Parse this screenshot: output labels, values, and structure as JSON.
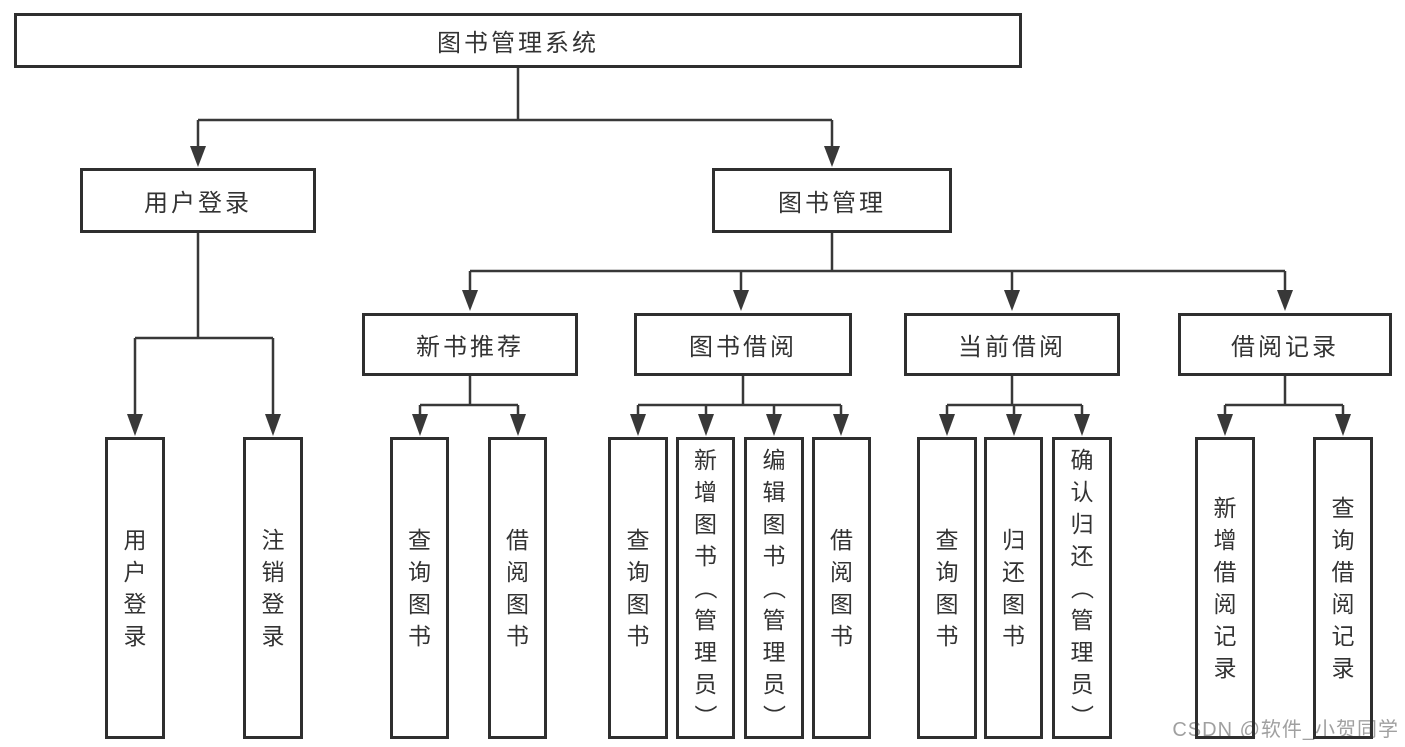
{
  "diagram": {
    "type": "hierarchy-tree",
    "line_color": "#383838",
    "box_border_color": "#2f2f2f",
    "box_fill": "#ffffff",
    "text_color": "#333333",
    "nodes": {
      "root": {
        "label": "图书管理系统"
      },
      "level1": [
        {
          "label": "用户登录",
          "children": [
            {
              "label": "用户登录"
            },
            {
              "label": "注销登录"
            }
          ]
        },
        {
          "label": "图书管理",
          "children": [
            {
              "label": "新书推荐",
              "children": [
                {
                  "label": "查询图书"
                },
                {
                  "label": "借阅图书"
                }
              ]
            },
            {
              "label": "图书借阅",
              "children": [
                {
                  "label": "查询图书"
                },
                {
                  "label": "新增图书（管理员）"
                },
                {
                  "label": "编辑图书（管理员）"
                },
                {
                  "label": "借阅图书"
                }
              ]
            },
            {
              "label": "当前借阅",
              "children": [
                {
                  "label": "查询图书"
                },
                {
                  "label": "归还图书"
                },
                {
                  "label": "确认归还（管理员）"
                }
              ]
            },
            {
              "label": "借阅记录",
              "children": [
                {
                  "label": "新增借阅记录"
                },
                {
                  "label": "查询借阅记录"
                }
              ]
            }
          ]
        }
      ]
    }
  },
  "watermark": {
    "text": "CSDN @软件_小贺同学",
    "color": "#a0a0a0"
  }
}
